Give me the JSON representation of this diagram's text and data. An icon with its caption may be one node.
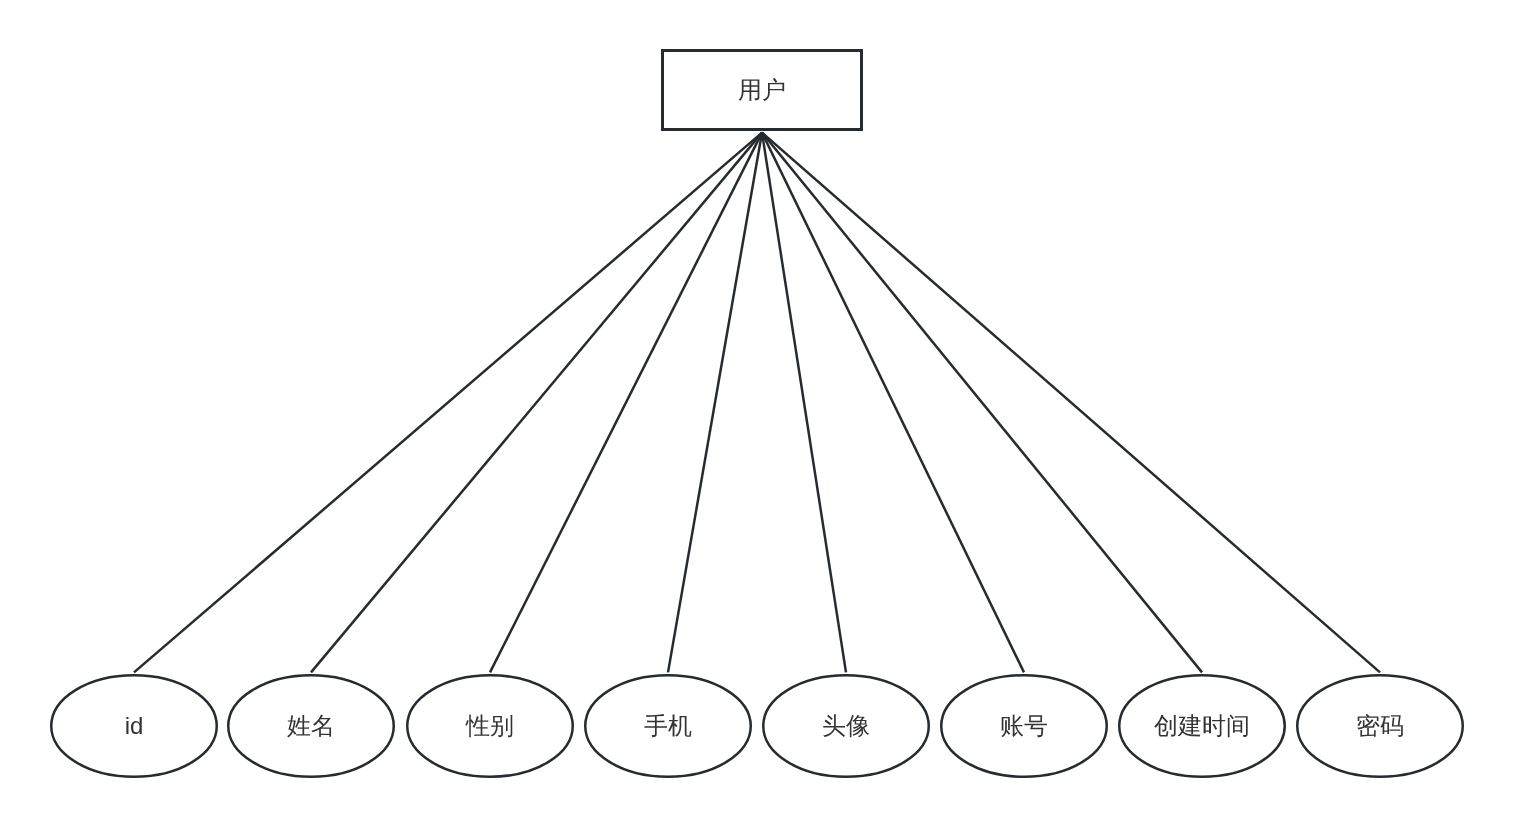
{
  "diagram": {
    "nodes": [
      {
        "text": [
          "用户"
        ]
      },
      {
        "text": [
          "id"
        ]
      },
      {
        "text": [
          "姓名"
        ]
      },
      {
        "text": [
          "性别"
        ]
      },
      {
        "text": [
          "手机"
        ]
      },
      {
        "text": [
          "头像"
        ]
      },
      {
        "text": [
          "账号"
        ]
      },
      {
        "text": [
          "创建时间"
        ]
      },
      {
        "text": [
          "密码"
        ]
      }
    ],
    "edges": [
      {
        "from": 0,
        "to": 1,
        "arrow": "none"
      },
      {
        "from": 0,
        "to": 2,
        "arrow": "none"
      },
      {
        "from": 0,
        "to": 3,
        "arrow": "none"
      },
      {
        "from": 0,
        "to": 4,
        "arrow": "none"
      },
      {
        "from": 0,
        "to": 5,
        "arrow": "none"
      },
      {
        "from": 0,
        "to": 6,
        "arrow": "none"
      },
      {
        "from": 0,
        "to": 7,
        "arrow": "none"
      },
      {
        "from": 0,
        "to": 8,
        "arrow": "none"
      }
    ]
  }
}
